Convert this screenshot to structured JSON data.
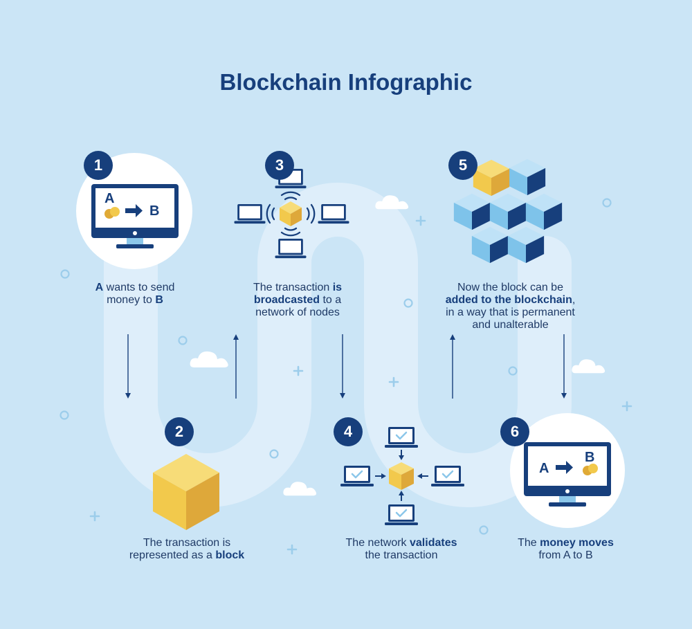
{
  "title": "Blockchain Infographic",
  "colors": {
    "background": "#cbe5f6",
    "path": "#deeefa",
    "navy": "#173f7c",
    "gold": "#f2c94c",
    "light_blue": "#a9d6f2"
  },
  "steps": [
    {
      "number": "1",
      "icon": "monitor-a-to-b-icon",
      "label_a": "A",
      "label_b": "B",
      "caption": {
        "p1": "A",
        "p2": " wants to send",
        "p3": "money to ",
        "p4": "B"
      }
    },
    {
      "number": "2",
      "icon": "block-cube-icon",
      "caption": {
        "p1": "The transaction is",
        "p2": "represented as a ",
        "p3": "block"
      }
    },
    {
      "number": "3",
      "icon": "broadcast-network-icon",
      "caption": {
        "p1": "The transaction ",
        "p2": "is",
        "p3": "broadcasted",
        "p4": " to a",
        "p5": "network of nodes"
      }
    },
    {
      "number": "4",
      "icon": "validation-network-icon",
      "caption": {
        "p1": "The network ",
        "p2": "validates",
        "p3": "the transaction"
      }
    },
    {
      "number": "5",
      "icon": "blockchain-cubes-icon",
      "caption": {
        "p1": "Now the block can be",
        "p2": "added to the blockchain",
        "p3": ",",
        "p4": "in a way that is permanent",
        "p5": "and unalterable"
      }
    },
    {
      "number": "6",
      "icon": "monitor-money-moves-icon",
      "label_a": "A",
      "label_b": "B",
      "caption": {
        "p1": "The ",
        "p2": "money moves",
        "p3": "from A to B"
      }
    }
  ]
}
